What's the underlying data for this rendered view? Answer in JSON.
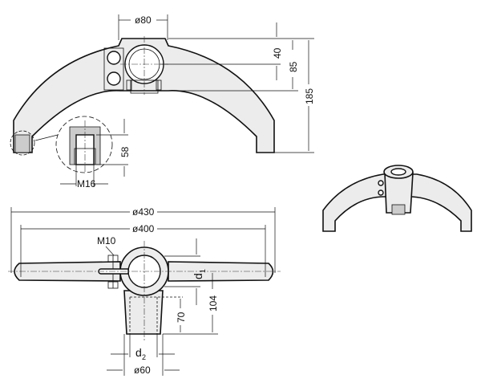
{
  "dimensions": {
    "top_view": {
      "hub_diameter": "ø80",
      "hub_center_height": "40",
      "hub_bottom_height": "85",
      "total_height": "185",
      "insert_depth": "58",
      "insert_thread": "M16"
    },
    "bottom_view": {
      "outer_diameter": "ø430",
      "inner_diameter": "ø400",
      "clamp_screw": "M10",
      "bore": "d",
      "bore_sub": "1",
      "stem_height": "70",
      "total_height": "104",
      "stem_bore": "d",
      "stem_bore_sub": "2",
      "stem_diameter": "ø60"
    }
  }
}
